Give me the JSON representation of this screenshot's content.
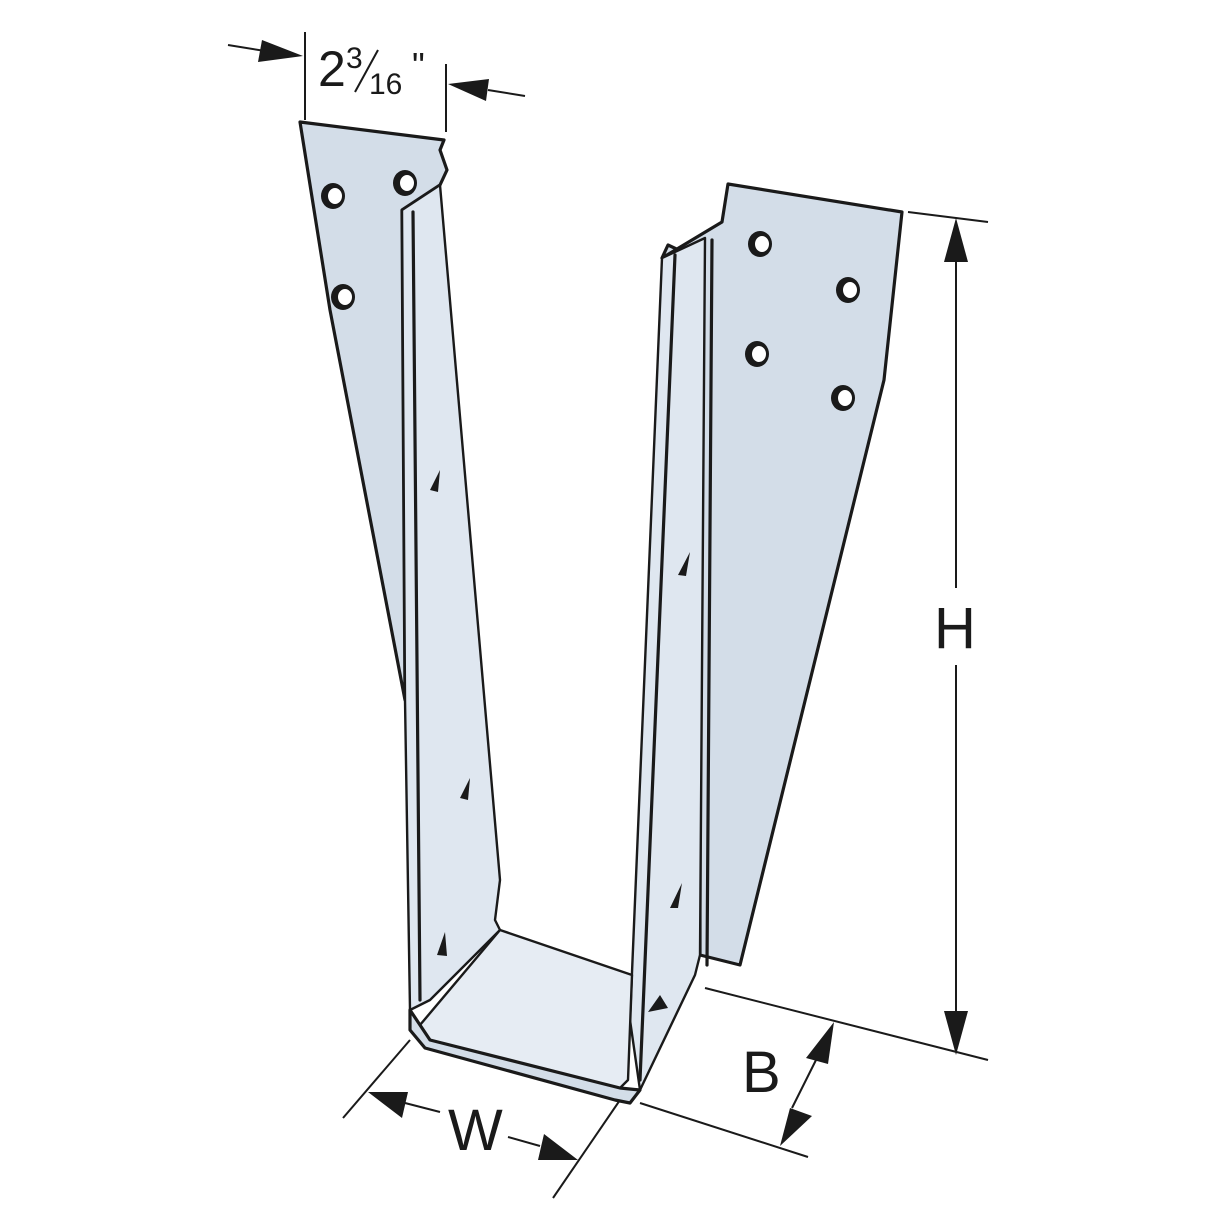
{
  "labels": {
    "top_width_whole": "2",
    "top_width_num": "3",
    "top_width_den": "16",
    "top_width_unit": "\"",
    "height": "H",
    "width": "W",
    "bearing": "B"
  },
  "colors": {
    "steel": "#d3dde8",
    "steel_light": "#dfe7f0",
    "outline": "#1a1a1a",
    "background": "#ffffff"
  }
}
